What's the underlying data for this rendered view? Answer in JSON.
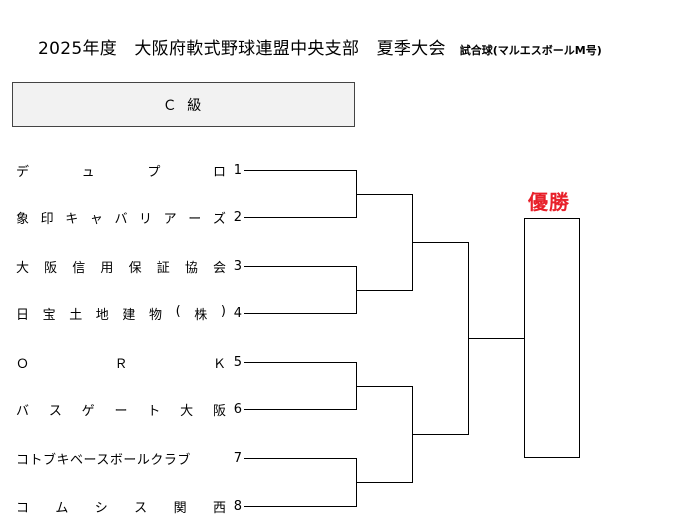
{
  "title": "2025年度　大阪府軟式野球連盟中央支部　夏季大会",
  "ball": "試合球(マルエスボールM号)",
  "class_label": "Ｃ 級",
  "teams": [
    {
      "name": "デュプロ",
      "num": "1",
      "spread": true
    },
    {
      "name": "象印キャバリアーズ",
      "num": "2",
      "spread": true
    },
    {
      "name": "大阪信用保証協会",
      "num": "3",
      "spread": true
    },
    {
      "name": "日宝土地建物(株)",
      "num": "4",
      "spread": true
    },
    {
      "name": "ＯＲＫ",
      "num": "5",
      "spread": true
    },
    {
      "name": "バスゲート大阪",
      "num": "6",
      "spread": true
    },
    {
      "name": "コトブキベースボールクラブ",
      "num": "7",
      "spread": false
    },
    {
      "name": "コムシス関西",
      "num": "8",
      "spread": true
    }
  ],
  "winner_label": "優勝"
}
